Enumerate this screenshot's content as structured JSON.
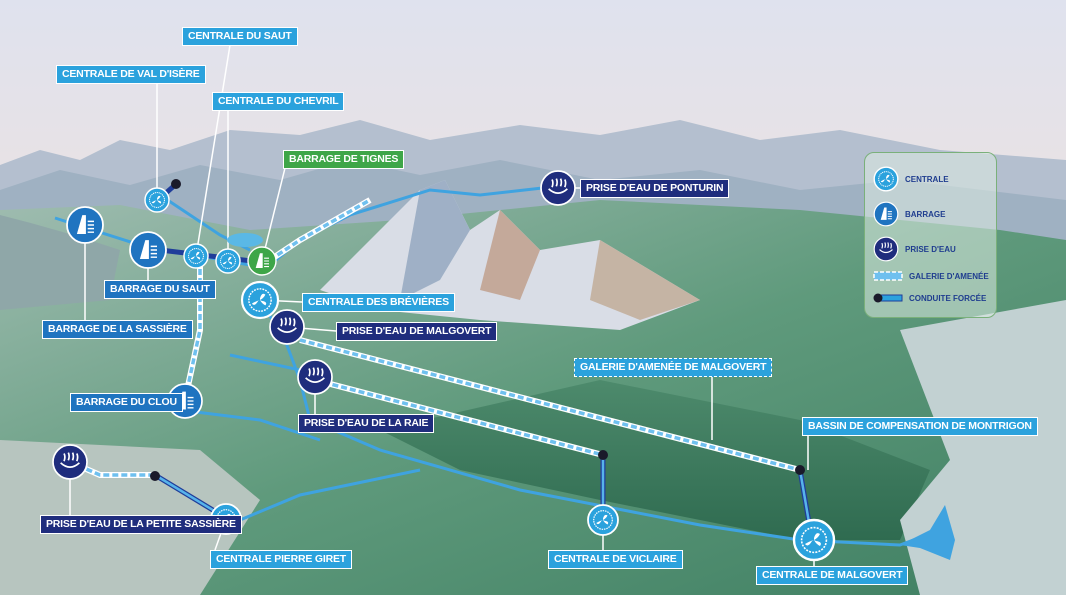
{
  "labels": {
    "centrale_du_saut": "CENTRALE DU SAUT",
    "centrale_val_isere": "CENTRALE DE VAL D'ISÈRE",
    "centrale_du_chevril": "CENTRALE DU CHEVRIL",
    "barrage_de_tignes": "BARRAGE DE TIGNES",
    "prise_ponturin": "PRISE D'EAU DE PONTURIN",
    "barrage_du_saut": "BARRAGE DU SAUT",
    "centrale_brevieres": "CENTRALE DES BRÉVIÈRES",
    "barrage_sassiere": "BARRAGE DE LA SASSIÈRE",
    "prise_malgovert": "PRISE D'EAU DE MALGOVERT",
    "galerie_malgovert": "GALERIE D'AMENÉE DE MALGOVERT",
    "barrage_du_clou": "BARRAGE DU CLOU",
    "prise_raie": "PRISE D'EAU DE LA RAIE",
    "bassin_montrigon": "BASSIN DE COMPENSATION DE MONTRIGON",
    "prise_petite_sassiere": "PRISE D'EAU DE LA PETITE SASSIÈRE",
    "centrale_pierre_giret": "CENTRALE PIERRE GIRET",
    "centrale_viclaire": "CENTRALE DE VICLAIRE",
    "centrale_malgovert": "CENTRALE DE MALGOVERT"
  },
  "legend": {
    "centrale": "CENTRALE",
    "barrage": "BARRAGE",
    "prise": "PRISE D'EAU",
    "galerie": "GALERIE D'AMENÉE",
    "conduite": "CONDUITE FORCÉE"
  },
  "colors": {
    "centrale": "#2ba2dd",
    "barrage": "#1f74c0",
    "prise": "#1f2d7d",
    "barrage_tignes": "#3ea648",
    "conduite_node": "#1a1a2a"
  }
}
